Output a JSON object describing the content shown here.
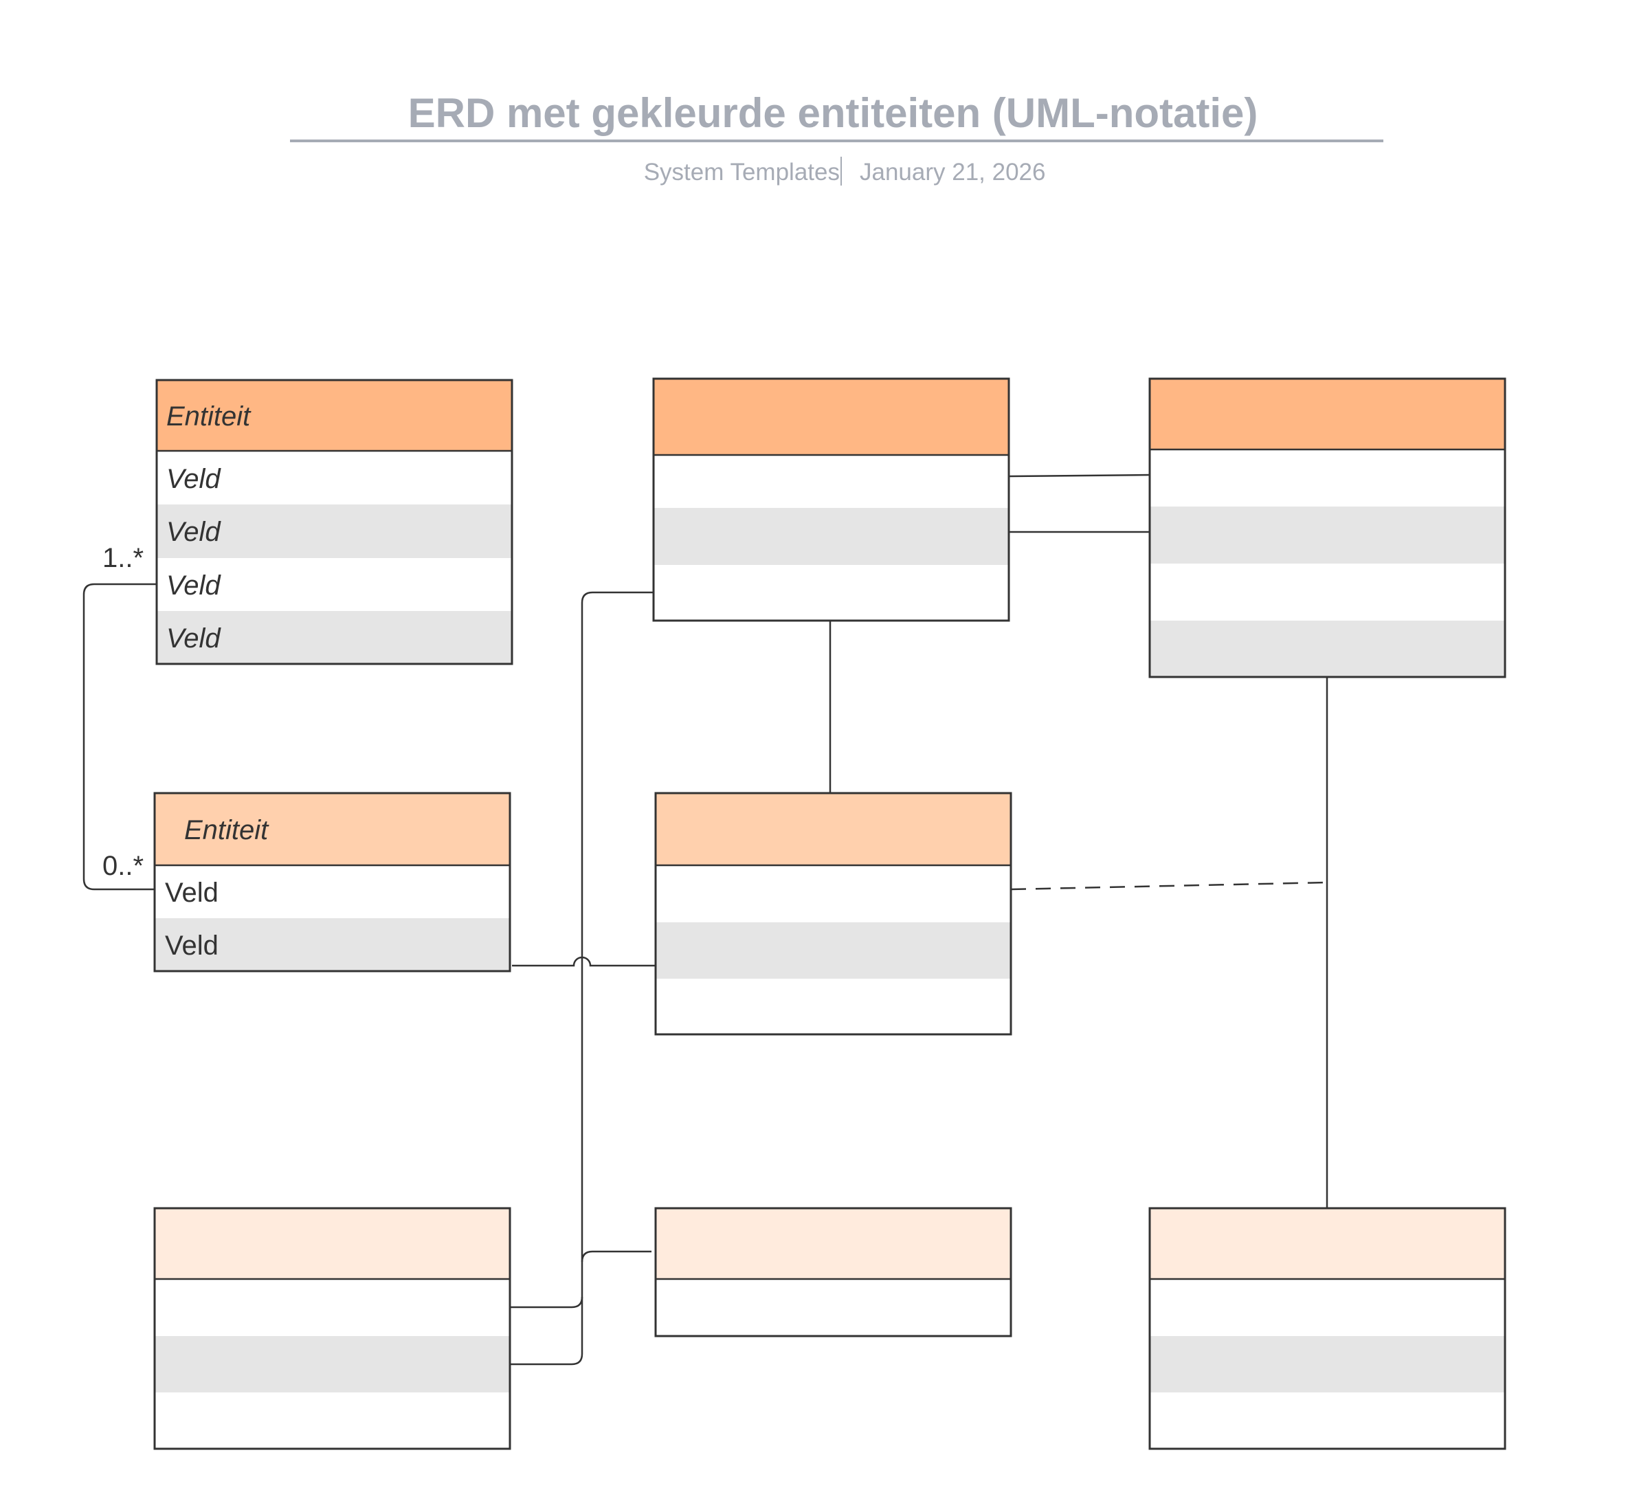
{
  "header": {
    "title": "ERD met gekleurde entiteiten (UML-notatie)",
    "author": "System Templates",
    "date": "January 21, 2026"
  },
  "colors": {
    "header_dark": "#FFB784",
    "header_medium": "#FFD0AD",
    "header_light": "#FFEBDD",
    "row_stripe": "#E5E5E5",
    "border": "#333333",
    "title": "#A6ABB5"
  },
  "entities": {
    "a": {
      "name": "Entiteit",
      "fields": [
        "Veld",
        "Veld",
        "Veld",
        "Veld"
      ]
    },
    "d": {
      "name": "Entiteit",
      "fields": [
        "Veld",
        "Veld"
      ]
    }
  },
  "relationships": {
    "a_to_d": {
      "source_cardinality": "1..*",
      "target_cardinality": "0..*"
    }
  }
}
